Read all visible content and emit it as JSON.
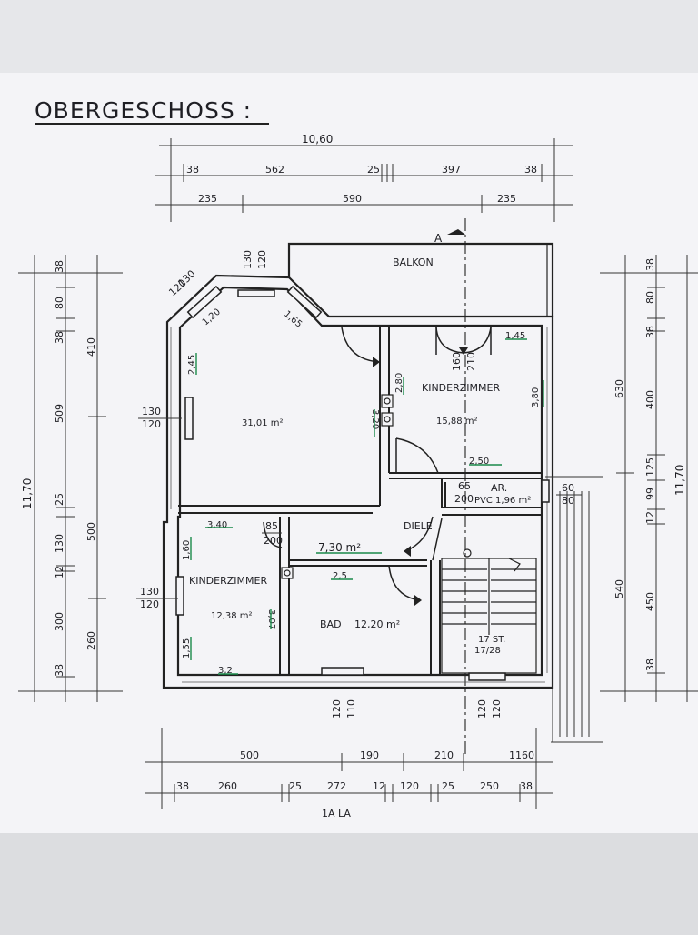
{
  "title": "OBERGESCHOSS :",
  "section_mark": "A",
  "rooms": {
    "balkon": "BALKON",
    "living_area": "31,01 m²",
    "kinder1": "KINDERZIMMER",
    "kinder1_area": "15,88 m²",
    "ar": "AR.",
    "pvc": "PVC 1,96 m²",
    "diele": "DIELE",
    "diele_area": "7,30 m²",
    "kinder2": "KINDERZIMMER",
    "kinder2_area": "12,38 m²",
    "bad": "BAD",
    "bad_area": "12,20 m²",
    "stairs_a": "17 ST.",
    "stairs_b": "17/28"
  },
  "top_dims": {
    "total": "10,60",
    "row1": [
      "38",
      "562",
      "25",
      "397",
      "38"
    ],
    "row2": [
      "235",
      "590",
      "235"
    ]
  },
  "bottom_dims": {
    "row1": [
      "500",
      "190",
      "210",
      "1160"
    ],
    "row2": [
      "38",
      "260",
      "25",
      "272",
      "12",
      "120",
      "25",
      "250",
      "38"
    ]
  },
  "left_dims": {
    "total": "11,70",
    "row_a": [
      "38",
      "80",
      "38",
      "509",
      "25",
      "130",
      "12",
      "300",
      "38"
    ],
    "row_b": [
      "410",
      "500",
      "260"
    ]
  },
  "right_dims": {
    "total": "11,70",
    "row_a": [
      "38",
      "80",
      "38",
      "400",
      "125",
      "99",
      "12",
      "450",
      "38"
    ],
    "row_b": [
      "630",
      "540"
    ]
  },
  "openings": {
    "win_bay_a": "130",
    "win_bay_b": "120",
    "win_diag_a": "130",
    "win_diag_b": "120",
    "win_left_a": "130",
    "win_left_b": "120",
    "win_left2_a": "130",
    "win_left2_b": "120",
    "door_k1_a": "160",
    "door_k1_b": "210",
    "door_k2_a": "85",
    "door_k2_b": "200",
    "door_ar_a": "65",
    "door_ar_b": "200",
    "right_win_a": "60",
    "right_win_b": "80",
    "bad_win_a": "120",
    "bad_win_b": "110",
    "stair_win_a": "120",
    "stair_win_b": "120"
  },
  "handwritten": {
    "m1": "1,20",
    "m2": "1,65",
    "m3": "2,45",
    "m4": "3,20",
    "m5": "1,45",
    "m6": "2,80",
    "m7": "3,80",
    "m8": "2,50",
    "m9": "3,40",
    "m10": "1,60",
    "m11": "3,07",
    "m12": "1,55",
    "m13": "3,2",
    "m14": "2,5",
    "footer": "1A LA"
  }
}
